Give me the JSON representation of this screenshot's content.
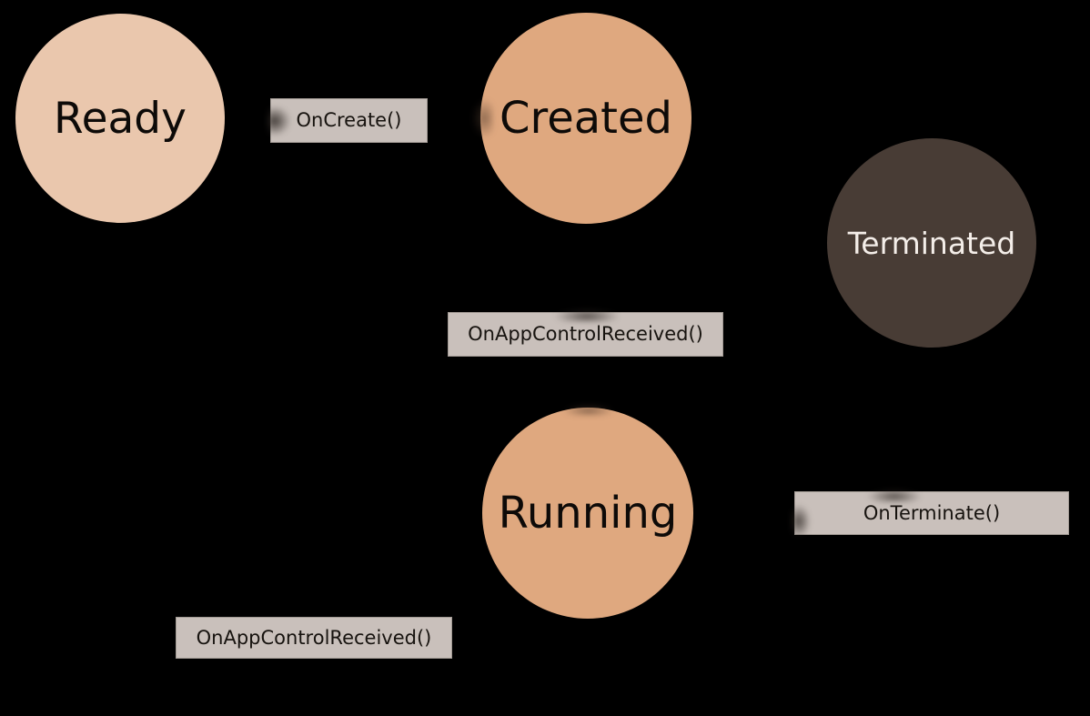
{
  "diagram": {
    "type": "state-lifecycle-diagram",
    "background_color": "#000000",
    "states": [
      {
        "id": "ready",
        "label": "Ready",
        "fill": "#EAC7AD",
        "text_color": "#0D0A08"
      },
      {
        "id": "created",
        "label": "Created",
        "fill": "#DFA87F",
        "text_color": "#0D0A08"
      },
      {
        "id": "terminated",
        "label": "Terminated",
        "fill": "#483C35",
        "text_color": "#F4EEE9"
      },
      {
        "id": "running",
        "label": "Running",
        "fill": "#DFA87F",
        "text_color": "#0D0A08"
      }
    ],
    "transitions": [
      {
        "id": "on-create",
        "label": "OnCreate()"
      },
      {
        "id": "on-app-control-received-middle",
        "label": "OnAppControlReceived()"
      },
      {
        "id": "on-terminate",
        "label": "OnTerminate()"
      },
      {
        "id": "on-app-control-received-bottom",
        "label": "OnAppControlReceived()"
      }
    ],
    "transition_box_style": {
      "fill": "#C9C0BB",
      "border_color": "#A29A94",
      "text_color": "#17130F"
    }
  }
}
